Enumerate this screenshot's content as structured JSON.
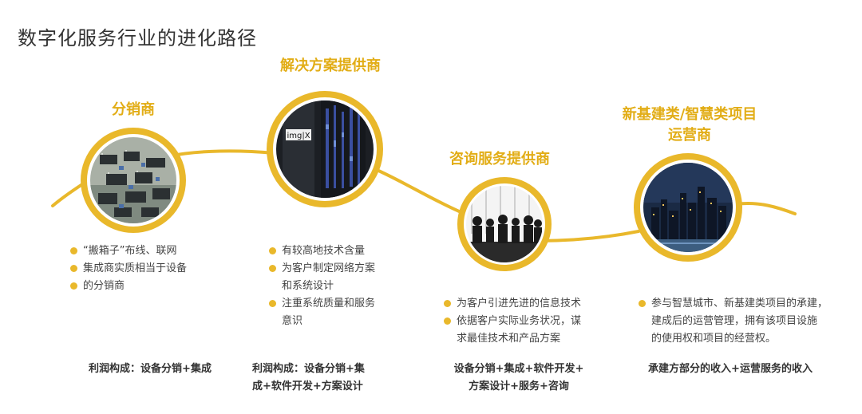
{
  "title": "数字化服务行业的进化路径",
  "accent_color": "#e9b82b",
  "stages": [
    {
      "name": "分销商",
      "photo_icon": "circuit-board-photo",
      "bullets": [
        "“搬箱子”布线、联网",
        "集成商实质相当于设备",
        "的分销商"
      ],
      "profit": [
        "利润构成：设备分销+集成"
      ]
    },
    {
      "name": "解决方案提供商",
      "photo_icon": "server-rack-photo",
      "photo_label": "img|X",
      "bullets": [
        "有较高地技术含量",
        "为客户制定网络方案",
        "和系统设计",
        "注重系统质量和服务",
        "意识"
      ],
      "profit": [
        "利润构成：设备分销+集",
        "成+软件开发+方案设计"
      ]
    },
    {
      "name": "咨询服务提供商",
      "photo_icon": "business-meeting-photo",
      "bullets": [
        "为客户引进先进的信息技术",
        "依据客户实际业务状况，谋",
        "求最佳技术和产品方案"
      ],
      "profit": [
        "设备分销+集成+软件开发+",
        "方案设计+服务+咨询"
      ]
    },
    {
      "name_lines": [
        "新基建类/智慧类项目",
        "运营商"
      ],
      "photo_icon": "city-skyline-photo",
      "bullets": [
        "参与智慧城市、新基建类项目的承建，",
        "建成后的运营管理，拥有该项目设施",
        "的使用权和项目的经营权。"
      ],
      "profit": [
        "承建方部分的收入+运营服务的收入"
      ]
    }
  ]
}
